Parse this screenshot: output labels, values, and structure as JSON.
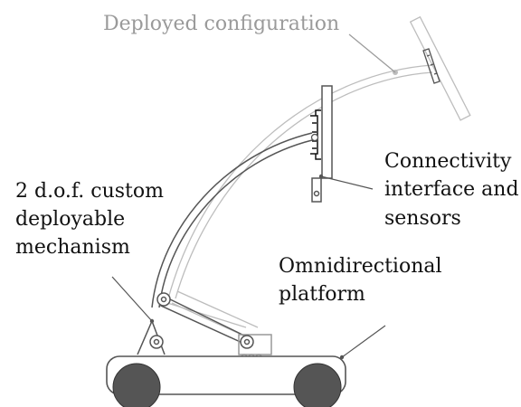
{
  "labels": {
    "deployed": "Deployed configuration",
    "connectivity": [
      "Connectivity",
      "interface and",
      "sensors"
    ],
    "mechanism": [
      "2 d.o.f. custom",
      "deployable",
      "mechanism"
    ],
    "platform": [
      "Omnidirectional",
      "platform"
    ]
  },
  "colors": {
    "main": "#111111",
    "mechanism_stroke": "#555555",
    "ghost": "#bdbdbd",
    "ghost_text": "#9a9a9a",
    "wheel_fill": "#555555",
    "base_fill": "#ffffff"
  }
}
